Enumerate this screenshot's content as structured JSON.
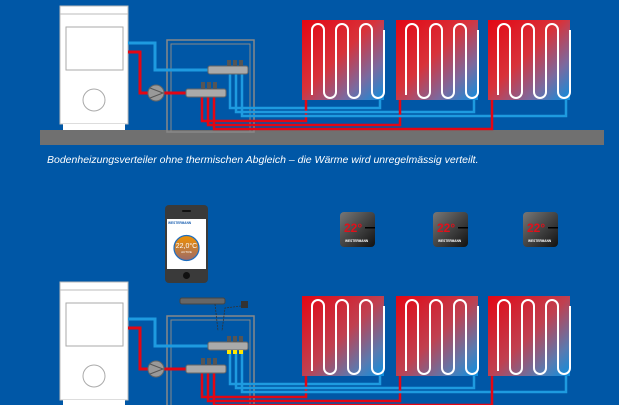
{
  "caption": "Bodenheizungsverteiler ohne thermischen Abgleich – die Wärme wird unregelmässig verteilt.",
  "phone": {
    "temperature": "22,0°C",
    "sub_label": "ACTIVE",
    "brand": "WESTERMANN"
  },
  "thermostats": [
    {
      "temperature": "22°",
      "brand": "WESTERMANN"
    },
    {
      "temperature": "22°",
      "brand": "WESTERMANN"
    },
    {
      "temperature": "22°",
      "brand": "WESTERMANN"
    }
  ],
  "colors": {
    "background": "#0057a6",
    "supply": "#e30613",
    "return": "#1e9be0",
    "floor": "#707070"
  }
}
